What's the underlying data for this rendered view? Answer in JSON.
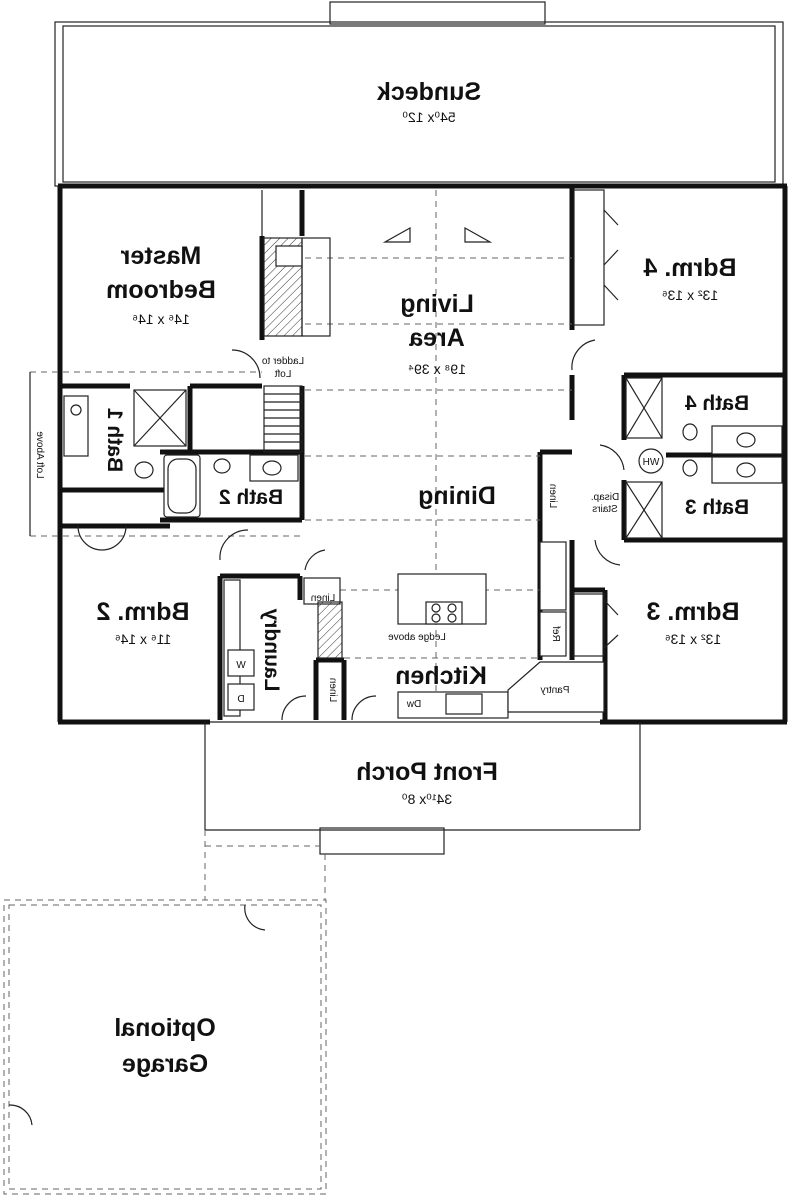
{
  "plan": {
    "rooms": {
      "sundeck": {
        "name": "Sundeck",
        "dims": "54⁰x 12⁰"
      },
      "master_bedroom": {
        "name_line1": "Master",
        "name_line2": "Bedroom",
        "dims": "14⁶ x 14⁶"
      },
      "living_area": {
        "name_line1": "Living",
        "name_line2": "Area",
        "dims": "19⁸ x 39⁴"
      },
      "bedroom4": {
        "name": "Bdrm. 4",
        "dims": "13² x 13⁶"
      },
      "bath4": {
        "name": "Bath 4"
      },
      "bath3": {
        "name": "Bath 3"
      },
      "bath1": {
        "name": "Bath 1"
      },
      "bath2": {
        "name": "Bath 2"
      },
      "dining": {
        "name": "Dining"
      },
      "bedroom2": {
        "name": "Bdrm. 2",
        "dims": "11⁶ x 14⁶"
      },
      "bedroom3": {
        "name": "Bdrm. 3",
        "dims": "13² x 13⁶"
      },
      "laundry": {
        "name": "Laundry"
      },
      "kitchen": {
        "name": "Kitchen"
      },
      "front_porch": {
        "name": "Front Porch",
        "dims": "34¹⁰x 8⁰"
      },
      "garage": {
        "name_line1": "Optional",
        "name_line2": "Garage"
      }
    },
    "labels": {
      "ladder_line1": "Ladder to",
      "ladder_line2": "Loft",
      "loft_above": "Loft Above",
      "linen_hall": "Linen",
      "linen_laundry": "Linen",
      "linen_kitchen": "Linen",
      "wh": "WH",
      "disap_line1": "Disap.",
      "disap_line2": "Stairs",
      "ledge_above": "Ledge above",
      "ref": "Ref",
      "pantry": "Pantry",
      "dw": "Dw",
      "washer": "W",
      "dryer": "D"
    }
  }
}
